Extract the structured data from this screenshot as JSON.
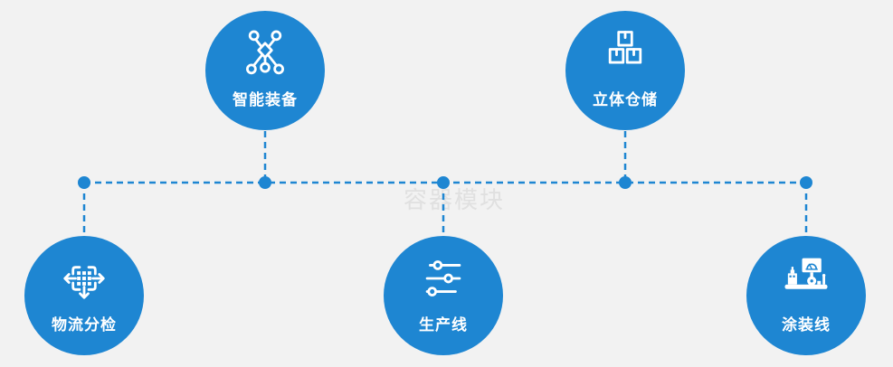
{
  "diagram": {
    "watermark": "容器模块",
    "nodes": [
      {
        "id": "smart-equipment",
        "label": "智能装备",
        "icon": "network-nodes-icon",
        "position": "top-left"
      },
      {
        "id": "stereo-warehouse",
        "label": "立体仓储",
        "icon": "stacked-boxes-icon",
        "position": "top-right"
      },
      {
        "id": "logistics-sorting",
        "label": "物流分检",
        "icon": "sorting-crossroads-icon",
        "position": "bottom-left"
      },
      {
        "id": "production-line",
        "label": "生产线",
        "icon": "sliders-icon",
        "position": "bottom-center"
      },
      {
        "id": "coating-line",
        "label": "涂装线",
        "icon": "control-station-icon",
        "position": "bottom-right"
      }
    ]
  },
  "colors": {
    "background": "#f2f2f2",
    "node_blue": "#1e86d2",
    "connector_blue": "#1e86d2",
    "icon_white": "#ffffff",
    "watermark_gray": "#e0e0e0"
  }
}
